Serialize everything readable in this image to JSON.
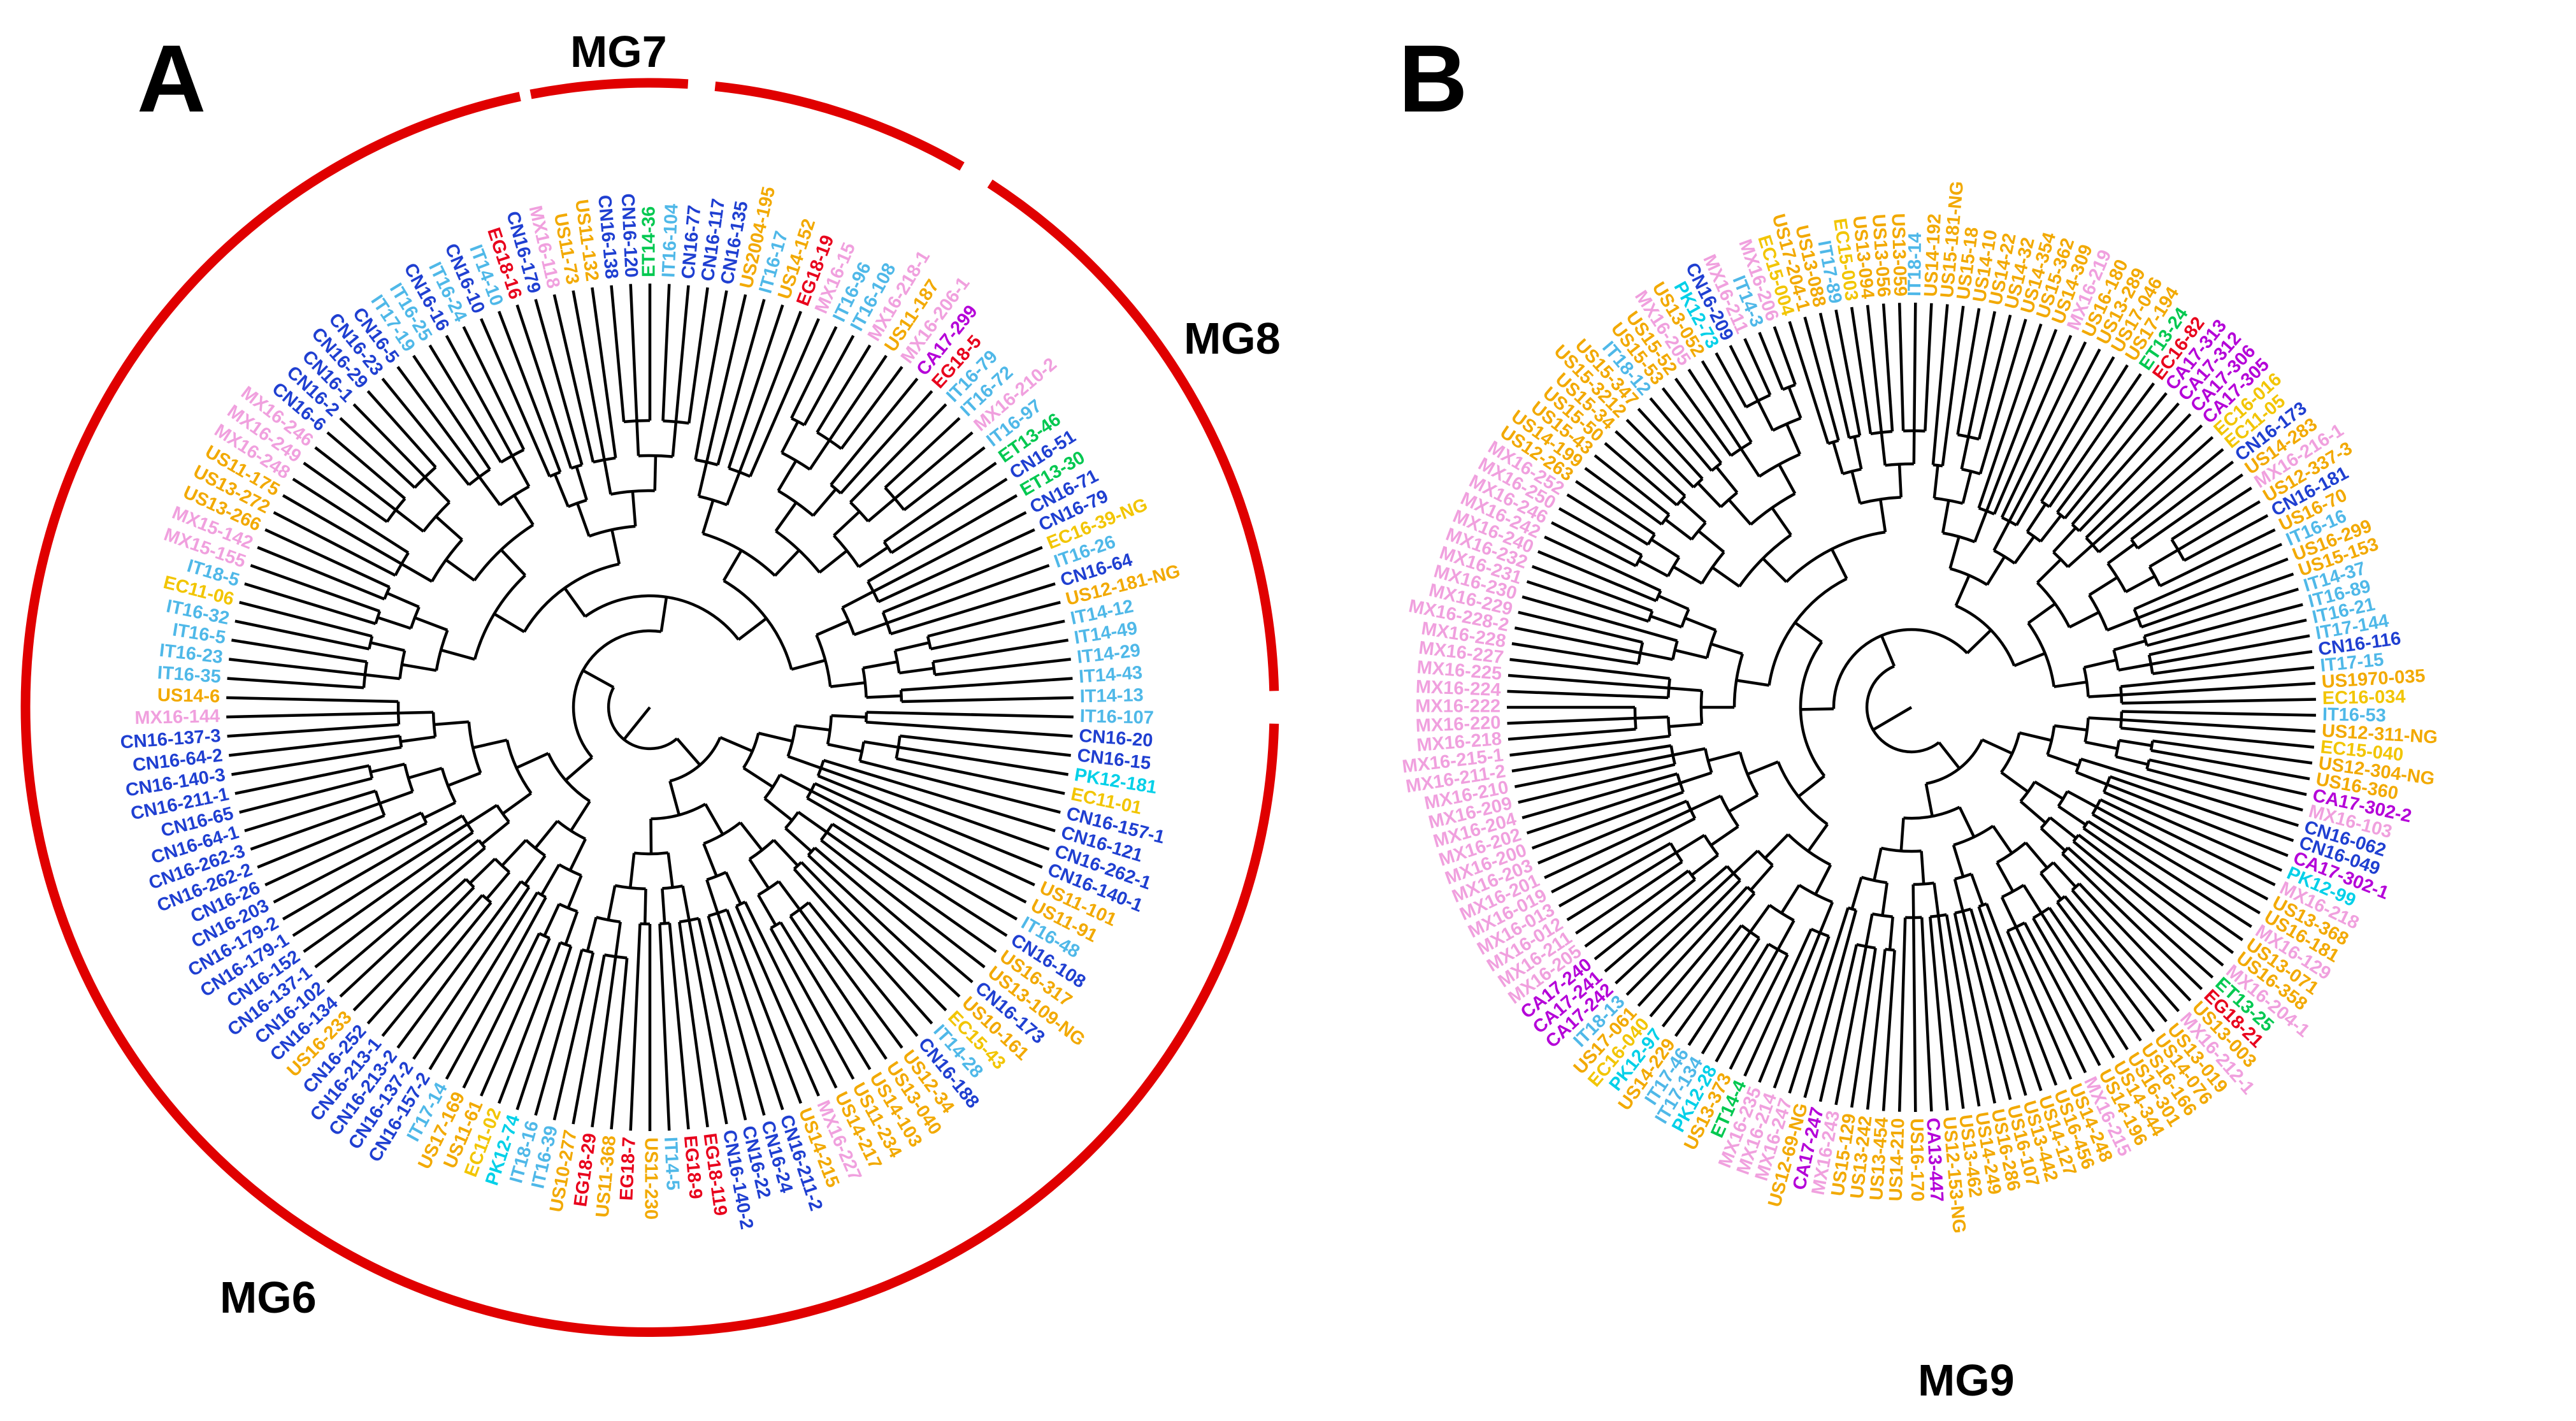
{
  "colors": {
    "CN": "#1f3fd1",
    "US": "#f2a900",
    "IT": "#4fb8e8",
    "MX": "#f0a0de",
    "EG": "#e8001c",
    "ET": "#00c850",
    "PK": "#00d0e8",
    "EC": "#f2c500",
    "CA": "#b400d8",
    "outline": "#e00000"
  },
  "panelA": {
    "letter": "A",
    "groups": {
      "MG7": "MG7",
      "MG8": "MG8",
      "MG6": "MG6"
    },
    "leaves": [
      {
        "label": "IT16-107",
        "c": "IT"
      },
      {
        "label": "CN16-20",
        "c": "CN"
      },
      {
        "label": "CN16-15",
        "c": "CN"
      },
      {
        "label": "PK12-181",
        "c": "PK"
      },
      {
        "label": "EC11-01",
        "c": "EC"
      },
      {
        "label": "CN16-157-1",
        "c": "CN"
      },
      {
        "label": "CN16-121",
        "c": "CN"
      },
      {
        "label": "CN16-262-1",
        "c": "CN"
      },
      {
        "label": "CN16-140-1",
        "c": "CN"
      },
      {
        "label": "US11-101",
        "c": "US"
      },
      {
        "label": "US11-91",
        "c": "US"
      },
      {
        "label": "IT16-48",
        "c": "IT"
      },
      {
        "label": "CN16-108",
        "c": "CN"
      },
      {
        "label": "US16-317",
        "c": "US"
      },
      {
        "label": "US13-109-NG",
        "c": "US"
      },
      {
        "label": "CN16-173",
        "c": "CN"
      },
      {
        "label": "US10-161",
        "c": "US"
      },
      {
        "label": "EC15-43",
        "c": "EC"
      },
      {
        "label": "IT14-28",
        "c": "IT"
      },
      {
        "label": "CN16-188",
        "c": "CN"
      },
      {
        "label": "US12-34",
        "c": "US"
      },
      {
        "label": "US13-040",
        "c": "US"
      },
      {
        "label": "US14-103",
        "c": "US"
      },
      {
        "label": "US11-234",
        "c": "US"
      },
      {
        "label": "US14-217",
        "c": "US"
      },
      {
        "label": "MX16-227",
        "c": "MX"
      },
      {
        "label": "US14-215",
        "c": "US"
      },
      {
        "label": "CN16-211-2",
        "c": "CN"
      },
      {
        "label": "CN16-24",
        "c": "CN"
      },
      {
        "label": "CN16-22",
        "c": "CN"
      },
      {
        "label": "CN16-140-2",
        "c": "CN"
      },
      {
        "label": "EG18-119",
        "c": "EG"
      },
      {
        "label": "EG18-9",
        "c": "EG"
      },
      {
        "label": "IT14-5",
        "c": "IT"
      },
      {
        "label": "US11-230",
        "c": "US"
      },
      {
        "label": "EG18-7",
        "c": "EG"
      },
      {
        "label": "US11-368",
        "c": "US"
      },
      {
        "label": "EG18-29",
        "c": "EG"
      },
      {
        "label": "US10-277",
        "c": "US"
      },
      {
        "label": "IT16-39",
        "c": "IT"
      },
      {
        "label": "IT18-16",
        "c": "IT"
      },
      {
        "label": "PK12-74",
        "c": "PK"
      },
      {
        "label": "EC11-02",
        "c": "EC"
      },
      {
        "label": "US11-61",
        "c": "US"
      },
      {
        "label": "US17-169",
        "c": "US"
      },
      {
        "label": "IT17-14",
        "c": "IT"
      },
      {
        "label": "CN16-157-2",
        "c": "CN"
      },
      {
        "label": "CN16-137-2",
        "c": "CN"
      },
      {
        "label": "CN16-213-2",
        "c": "CN"
      },
      {
        "label": "CN16-213-1",
        "c": "CN"
      },
      {
        "label": "CN16-252",
        "c": "CN"
      },
      {
        "label": "US16-233",
        "c": "US"
      },
      {
        "label": "CN16-134",
        "c": "CN"
      },
      {
        "label": "CN16-102",
        "c": "CN"
      },
      {
        "label": "CN16-137-1",
        "c": "CN"
      },
      {
        "label": "CN16-152",
        "c": "CN"
      },
      {
        "label": "CN16-179-1",
        "c": "CN"
      },
      {
        "label": "CN16-179-2",
        "c": "CN"
      },
      {
        "label": "CN16-203",
        "c": "CN"
      },
      {
        "label": "CN16-26",
        "c": "CN"
      },
      {
        "label": "CN16-262-2",
        "c": "CN"
      },
      {
        "label": "CN16-262-3",
        "c": "CN"
      },
      {
        "label": "CN16-64-1",
        "c": "CN"
      },
      {
        "label": "CN16-65",
        "c": "CN"
      },
      {
        "label": "CN16-211-1",
        "c": "CN"
      },
      {
        "label": "CN16-140-3",
        "c": "CN"
      },
      {
        "label": "CN16-64-2",
        "c": "CN"
      },
      {
        "label": "CN16-137-3",
        "c": "CN"
      },
      {
        "label": "MX16-144",
        "c": "MX"
      },
      {
        "label": "US14-6",
        "c": "US"
      },
      {
        "label": "IT16-35",
        "c": "IT"
      },
      {
        "label": "IT16-23",
        "c": "IT"
      },
      {
        "label": "IT16-5",
        "c": "IT"
      },
      {
        "label": "IT16-32",
        "c": "IT"
      },
      {
        "label": "EC11-06",
        "c": "EC"
      },
      {
        "label": "IT18-5",
        "c": "IT"
      },
      {
        "label": "MX15-155",
        "c": "MX"
      },
      {
        "label": "MX15-142",
        "c": "MX"
      },
      {
        "label": "US13-266",
        "c": "US"
      },
      {
        "label": "US13-272",
        "c": "US"
      },
      {
        "label": "US11-175",
        "c": "US"
      },
      {
        "label": "MX16-248",
        "c": "MX"
      },
      {
        "label": "MX16-249",
        "c": "MX"
      },
      {
        "label": "MX16-246",
        "c": "MX"
      },
      {
        "label": "CN16-6",
        "c": "CN"
      },
      {
        "label": "CN16-2",
        "c": "CN"
      },
      {
        "label": "CN16-1",
        "c": "CN"
      },
      {
        "label": "CN16-29",
        "c": "CN"
      },
      {
        "label": "CN16-23",
        "c": "CN"
      },
      {
        "label": "CN16-5",
        "c": "CN"
      },
      {
        "label": "IT17-19",
        "c": "IT"
      },
      {
        "label": "IT16-25",
        "c": "IT"
      },
      {
        "label": "CN16-16",
        "c": "CN"
      },
      {
        "label": "IT16-24",
        "c": "IT"
      },
      {
        "label": "CN16-10",
        "c": "CN"
      },
      {
        "label": "IT14-10",
        "c": "IT"
      },
      {
        "label": "EG18-16",
        "c": "EG"
      },
      {
        "label": "CN16-179",
        "c": "CN"
      },
      {
        "label": "MX16-118",
        "c": "MX"
      },
      {
        "label": "US11-73",
        "c": "US"
      },
      {
        "label": "US11-132",
        "c": "US"
      },
      {
        "label": "CN16-138",
        "c": "CN"
      },
      {
        "label": "CN16-120",
        "c": "CN"
      },
      {
        "label": "ET14-36",
        "c": "ET"
      },
      {
        "label": "IT16-104",
        "c": "IT"
      },
      {
        "label": "CN16-77",
        "c": "CN"
      },
      {
        "label": "CN16-117",
        "c": "CN"
      },
      {
        "label": "CN16-135",
        "c": "CN"
      },
      {
        "label": "US2004-195",
        "c": "US"
      },
      {
        "label": "IT16-17",
        "c": "IT"
      },
      {
        "label": "US14-152",
        "c": "US"
      },
      {
        "label": "EG18-19",
        "c": "EG"
      },
      {
        "label": "MX16-15",
        "c": "MX"
      },
      {
        "label": "IT16-96",
        "c": "IT"
      },
      {
        "label": "IT16-108",
        "c": "IT"
      },
      {
        "label": "MX16-218-1",
        "c": "MX"
      },
      {
        "label": "US11-187",
        "c": "US"
      },
      {
        "label": "MX16-206-1",
        "c": "MX"
      },
      {
        "label": "CA17-299",
        "c": "CA"
      },
      {
        "label": "EG18-5",
        "c": "EG"
      },
      {
        "label": "IT16-79",
        "c": "IT"
      },
      {
        "label": "IT16-72",
        "c": "IT"
      },
      {
        "label": "MX16-210-2",
        "c": "MX"
      },
      {
        "label": "IT16-97",
        "c": "IT"
      },
      {
        "label": "ET13-46",
        "c": "ET"
      },
      {
        "label": "CN16-51",
        "c": "CN"
      },
      {
        "label": "ET13-30",
        "c": "ET"
      },
      {
        "label": "CN16-71",
        "c": "CN"
      },
      {
        "label": "CN16-79",
        "c": "CN"
      },
      {
        "label": "EC16-39-NG",
        "c": "EC"
      },
      {
        "label": "IT16-26",
        "c": "IT"
      },
      {
        "label": "CN16-64",
        "c": "CN"
      },
      {
        "label": "US12-181-NG",
        "c": "US"
      },
      {
        "label": "IT14-12",
        "c": "IT"
      },
      {
        "label": "IT14-49",
        "c": "IT"
      },
      {
        "label": "IT14-29",
        "c": "IT"
      },
      {
        "label": "IT14-43",
        "c": "IT"
      },
      {
        "label": "IT14-13",
        "c": "IT"
      }
    ]
  },
  "panelB": {
    "letter": "B",
    "groups": {
      "MG9": "MG9"
    },
    "leaves": [
      {
        "label": "IT16-53",
        "c": "IT"
      },
      {
        "label": "US12-311-NG",
        "c": "US"
      },
      {
        "label": "EC15-040",
        "c": "EC"
      },
      {
        "label": "US12-304-NG",
        "c": "US"
      },
      {
        "label": "US16-360",
        "c": "US"
      },
      {
        "label": "CA17-302-2",
        "c": "CA"
      },
      {
        "label": "MX16-103",
        "c": "MX"
      },
      {
        "label": "CN16-062",
        "c": "CN"
      },
      {
        "label": "CN16-049",
        "c": "CN"
      },
      {
        "label": "CA17-302-1",
        "c": "CA"
      },
      {
        "label": "PK12-99",
        "c": "PK"
      },
      {
        "label": "MX16-218",
        "c": "MX"
      },
      {
        "label": "US13-368",
        "c": "US"
      },
      {
        "label": "US16-181",
        "c": "US"
      },
      {
        "label": "MX16-129",
        "c": "MX"
      },
      {
        "label": "US13-071",
        "c": "US"
      },
      {
        "label": "US16-358",
        "c": "US"
      },
      {
        "label": "MX16-204-1",
        "c": "MX"
      },
      {
        "label": "ET13-25",
        "c": "ET"
      },
      {
        "label": "EG18-21",
        "c": "EG"
      },
      {
        "label": "US13-003",
        "c": "US"
      },
      {
        "label": "MX16-212-1",
        "c": "MX"
      },
      {
        "label": "US13-019",
        "c": "US"
      },
      {
        "label": "US14-076",
        "c": "US"
      },
      {
        "label": "US16-166",
        "c": "US"
      },
      {
        "label": "US16-301",
        "c": "US"
      },
      {
        "label": "US14-344",
        "c": "US"
      },
      {
        "label": "US14-196",
        "c": "US"
      },
      {
        "label": "MX16-215",
        "c": "MX"
      },
      {
        "label": "US14-248",
        "c": "US"
      },
      {
        "label": "US16-456",
        "c": "US"
      },
      {
        "label": "US14-127",
        "c": "US"
      },
      {
        "label": "US13-442",
        "c": "US"
      },
      {
        "label": "US16-107",
        "c": "US"
      },
      {
        "label": "US16-286",
        "c": "US"
      },
      {
        "label": "US14-249",
        "c": "US"
      },
      {
        "label": "US13-462",
        "c": "US"
      },
      {
        "label": "US12-153-NG",
        "c": "US"
      },
      {
        "label": "CA13-447",
        "c": "CA"
      },
      {
        "label": "US16-170",
        "c": "US"
      },
      {
        "label": "US14-210",
        "c": "US"
      },
      {
        "label": "US13-454",
        "c": "US"
      },
      {
        "label": "US13-242",
        "c": "US"
      },
      {
        "label": "US15-129",
        "c": "US"
      },
      {
        "label": "MX16-243",
        "c": "MX"
      },
      {
        "label": "CA17-247",
        "c": "CA"
      },
      {
        "label": "US12-69-NG",
        "c": "US"
      },
      {
        "label": "MX16-247",
        "c": "MX"
      },
      {
        "label": "MX16-214",
        "c": "MX"
      },
      {
        "label": "MX16-235",
        "c": "MX"
      },
      {
        "label": "ET14-4",
        "c": "ET"
      },
      {
        "label": "US13-373",
        "c": "US"
      },
      {
        "label": "PK12-28",
        "c": "PK"
      },
      {
        "label": "IT17-134",
        "c": "IT"
      },
      {
        "label": "IT17-46",
        "c": "IT"
      },
      {
        "label": "US14-229",
        "c": "US"
      },
      {
        "label": "PK12-97",
        "c": "PK"
      },
      {
        "label": "EC16-040",
        "c": "EC"
      },
      {
        "label": "US17-061",
        "c": "US"
      },
      {
        "label": "IT18-13",
        "c": "IT"
      },
      {
        "label": "CA17-242",
        "c": "CA"
      },
      {
        "label": "CA17-241",
        "c": "CA"
      },
      {
        "label": "CA17-240",
        "c": "CA"
      },
      {
        "label": "MX16-205",
        "c": "MX"
      },
      {
        "label": "MX16-211",
        "c": "MX"
      },
      {
        "label": "MX16-012",
        "c": "MX"
      },
      {
        "label": "MX16-013",
        "c": "MX"
      },
      {
        "label": "MX16-019",
        "c": "MX"
      },
      {
        "label": "MX16-201",
        "c": "MX"
      },
      {
        "label": "MX16-203",
        "c": "MX"
      },
      {
        "label": "MX16-200",
        "c": "MX"
      },
      {
        "label": "MX16-202",
        "c": "MX"
      },
      {
        "label": "MX16-204",
        "c": "MX"
      },
      {
        "label": "MX16-209",
        "c": "MX"
      },
      {
        "label": "MX16-210",
        "c": "MX"
      },
      {
        "label": "MX16-211-2",
        "c": "MX"
      },
      {
        "label": "MX16-215-1",
        "c": "MX"
      },
      {
        "label": "MX16-218",
        "c": "MX"
      },
      {
        "label": "MX16-220",
        "c": "MX"
      },
      {
        "label": "MX16-222",
        "c": "MX"
      },
      {
        "label": "MX16-224",
        "c": "MX"
      },
      {
        "label": "MX16-225",
        "c": "MX"
      },
      {
        "label": "MX16-227",
        "c": "MX"
      },
      {
        "label": "MX16-228",
        "c": "MX"
      },
      {
        "label": "MX16-228-2",
        "c": "MX"
      },
      {
        "label": "MX16-229",
        "c": "MX"
      },
      {
        "label": "MX16-230",
        "c": "MX"
      },
      {
        "label": "MX16-231",
        "c": "MX"
      },
      {
        "label": "MX16-232",
        "c": "MX"
      },
      {
        "label": "MX16-240",
        "c": "MX"
      },
      {
        "label": "MX16-242",
        "c": "MX"
      },
      {
        "label": "MX16-246",
        "c": "MX"
      },
      {
        "label": "MX16-250",
        "c": "MX"
      },
      {
        "label": "MX16-252",
        "c": "MX"
      },
      {
        "label": "US12-263",
        "c": "US"
      },
      {
        "label": "US14-199",
        "c": "US"
      },
      {
        "label": "US15-43",
        "c": "US"
      },
      {
        "label": "US15-50",
        "c": "US"
      },
      {
        "label": "US15-34",
        "c": "US"
      },
      {
        "label": "US15-3212",
        "c": "US"
      },
      {
        "label": "US15-347",
        "c": "US"
      },
      {
        "label": "IT18-12",
        "c": "IT"
      },
      {
        "label": "US15-53",
        "c": "US"
      },
      {
        "label": "US15-52",
        "c": "US"
      },
      {
        "label": "MX16-205",
        "c": "MX"
      },
      {
        "label": "US13-052",
        "c": "US"
      },
      {
        "label": "PK12-73",
        "c": "PK"
      },
      {
        "label": "CN16-209",
        "c": "CN"
      },
      {
        "label": "MX16-211",
        "c": "MX"
      },
      {
        "label": "IT14-3",
        "c": "IT"
      },
      {
        "label": "MX16-206",
        "c": "MX"
      },
      {
        "label": "EC15-004",
        "c": "EC"
      },
      {
        "label": "US17-204-1",
        "c": "US"
      },
      {
        "label": "US13-088",
        "c": "US"
      },
      {
        "label": "IT17-89",
        "c": "IT"
      },
      {
        "label": "EC15-003",
        "c": "EC"
      },
      {
        "label": "US13-094",
        "c": "US"
      },
      {
        "label": "US13-056",
        "c": "US"
      },
      {
        "label": "US13-059",
        "c": "US"
      },
      {
        "label": "IT18-14",
        "c": "IT"
      },
      {
        "label": "US14-192",
        "c": "US"
      },
      {
        "label": "US15-181-NG",
        "c": "US"
      },
      {
        "label": "US15-18",
        "c": "US"
      },
      {
        "label": "US14-10",
        "c": "US"
      },
      {
        "label": "US14-22",
        "c": "US"
      },
      {
        "label": "US14-32",
        "c": "US"
      },
      {
        "label": "US14-354",
        "c": "US"
      },
      {
        "label": "US15-362",
        "c": "US"
      },
      {
        "label": "US14-309",
        "c": "US"
      },
      {
        "label": "MX16-219",
        "c": "MX"
      },
      {
        "label": "US16-180",
        "c": "US"
      },
      {
        "label": "US13-289",
        "c": "US"
      },
      {
        "label": "US17-046",
        "c": "US"
      },
      {
        "label": "US17-194",
        "c": "US"
      },
      {
        "label": "ET13-24",
        "c": "ET"
      },
      {
        "label": "EC16-82",
        "c": "EG"
      },
      {
        "label": "CA17-313",
        "c": "CA"
      },
      {
        "label": "CA17-312",
        "c": "CA"
      },
      {
        "label": "CA17-306",
        "c": "CA"
      },
      {
        "label": "CA17-305",
        "c": "CA"
      },
      {
        "label": "EC16-016",
        "c": "EC"
      },
      {
        "label": "EC11-05",
        "c": "EC"
      },
      {
        "label": "CN16-173",
        "c": "CN"
      },
      {
        "label": "US14-283",
        "c": "US"
      },
      {
        "label": "MX16-216-1",
        "c": "MX"
      },
      {
        "label": "US12-337-3",
        "c": "US"
      },
      {
        "label": "CN16-181",
        "c": "CN"
      },
      {
        "label": "US16-70",
        "c": "US"
      },
      {
        "label": "IT16-16",
        "c": "IT"
      },
      {
        "label": "US16-299",
        "c": "US"
      },
      {
        "label": "US15-153",
        "c": "US"
      },
      {
        "label": "IT14-37",
        "c": "IT"
      },
      {
        "label": "IT16-89",
        "c": "IT"
      },
      {
        "label": "IT16-21",
        "c": "IT"
      },
      {
        "label": "IT17-144",
        "c": "IT"
      },
      {
        "label": "CN16-116",
        "c": "CN"
      },
      {
        "label": "IT17-15",
        "c": "IT"
      },
      {
        "label": "US1970-035",
        "c": "US"
      },
      {
        "label": "EC16-034",
        "c": "EC"
      }
    ]
  }
}
